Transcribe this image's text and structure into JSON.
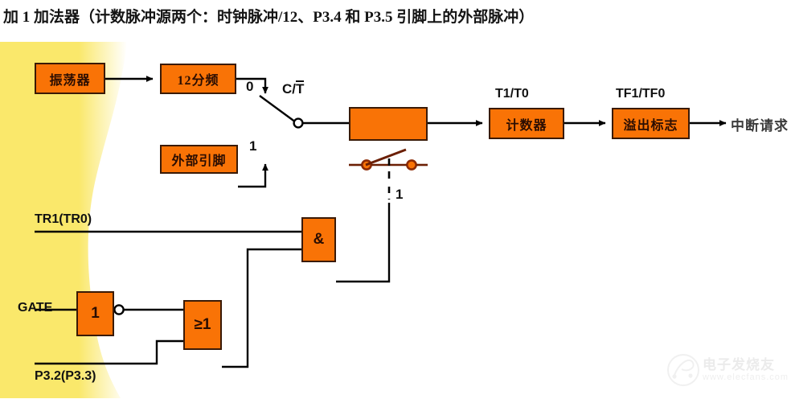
{
  "title": "加 1 加法器（计数脉冲源两个：时钟脉冲/12、P3.4 和 P3.5 引脚上的外部脉冲）",
  "colors": {
    "block_fill": "#F97306",
    "block_border": "#3A1A06",
    "wire": "#000000",
    "highlight_band": "#FAE86B",
    "text_dark": "#111111",
    "interrupt_text": "#3B3B3B",
    "watermark": "#DEDEDE"
  },
  "diagram": {
    "blocks": [
      {
        "id": "oscillator",
        "label": "振荡器"
      },
      {
        "id": "div12",
        "label": "12分频"
      },
      {
        "id": "ext_pin",
        "label": "外部引脚"
      },
      {
        "id": "switch_ct",
        "label": ""
      },
      {
        "id": "counter",
        "label": "计数器"
      },
      {
        "id": "overflow",
        "label": "溢出标志"
      },
      {
        "id": "inverter",
        "label": "1"
      },
      {
        "id": "or_gate",
        "label": "≥1"
      },
      {
        "id": "and_gate",
        "label": "&"
      }
    ],
    "labels": {
      "mux_sel_0": "0",
      "mux_sel_1": "1",
      "ct_prefix": "C/",
      "ct_bar": "T",
      "switch_sel_1": "1",
      "counter_top": "T1/T0",
      "overflow_top": "TF1/TF0",
      "interrupt": "中断请求",
      "tr_signal": "TR1(TR0)",
      "gate_signal": "GATE",
      "p32_signal": "P3.2(P3.3)"
    }
  },
  "watermark": {
    "text": "电子发烧友",
    "url": "www.elecfans.com"
  }
}
